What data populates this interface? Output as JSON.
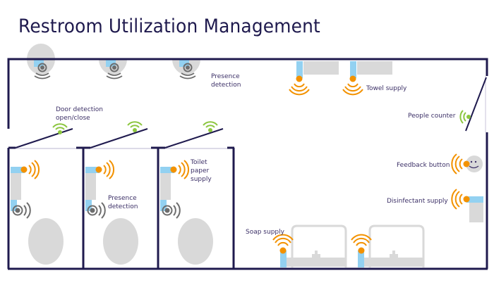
{
  "title": "Restroom Utilization Management",
  "colors": {
    "wall": "#1f1a4e",
    "sensor_orange": "#f39200",
    "sensor_green": "#8cc63f",
    "sensor_gray": "#6d6d6d",
    "fixture_gray": "#d9d9d9",
    "fixture_blue": "#93d1f1",
    "label": "#3b2f66"
  },
  "labels": {
    "presence_ceiling": [
      "Presence",
      "detection"
    ],
    "door_detection": [
      "Door detection",
      "open/close"
    ],
    "towel_supply": "Towel supply",
    "people_counter": "People counter",
    "toilet_paper": [
      "Toilet",
      "paper",
      "supply"
    ],
    "presence_stall": [
      "Presence",
      "detection"
    ],
    "feedback_button": "Feedback button",
    "disinfectant_supply": "Disinfectant supply",
    "soap_supply": "Soap supply"
  },
  "icons": {
    "presence_sensor": "presence-sensor-icon",
    "wireless_orange": "wireless-orange-icon",
    "wireless_green": "wireless-green-icon",
    "smiley": "smiley-face-icon"
  }
}
